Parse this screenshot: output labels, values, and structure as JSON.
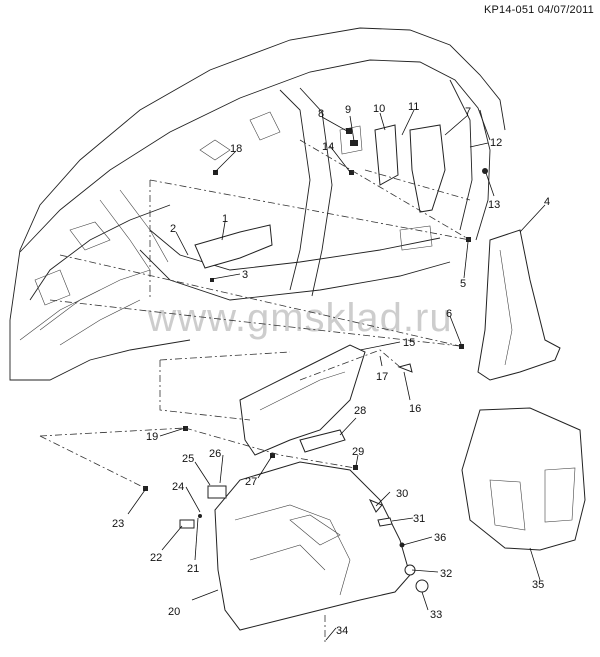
{
  "header": {
    "code": "KP14-051 04/07/2011"
  },
  "watermark": "www.gmsklad.ru",
  "callouts": [
    "1",
    "2",
    "3",
    "4",
    "5",
    "6",
    "7",
    "8",
    "9",
    "10",
    "11",
    "12",
    "13",
    "14",
    "15",
    "16",
    "17",
    "18",
    "19",
    "20",
    "21",
    "22",
    "23",
    "24",
    "25",
    "26",
    "27",
    "28",
    "29",
    "30",
    "31",
    "32",
    "33",
    "34",
    "35",
    "36"
  ]
}
